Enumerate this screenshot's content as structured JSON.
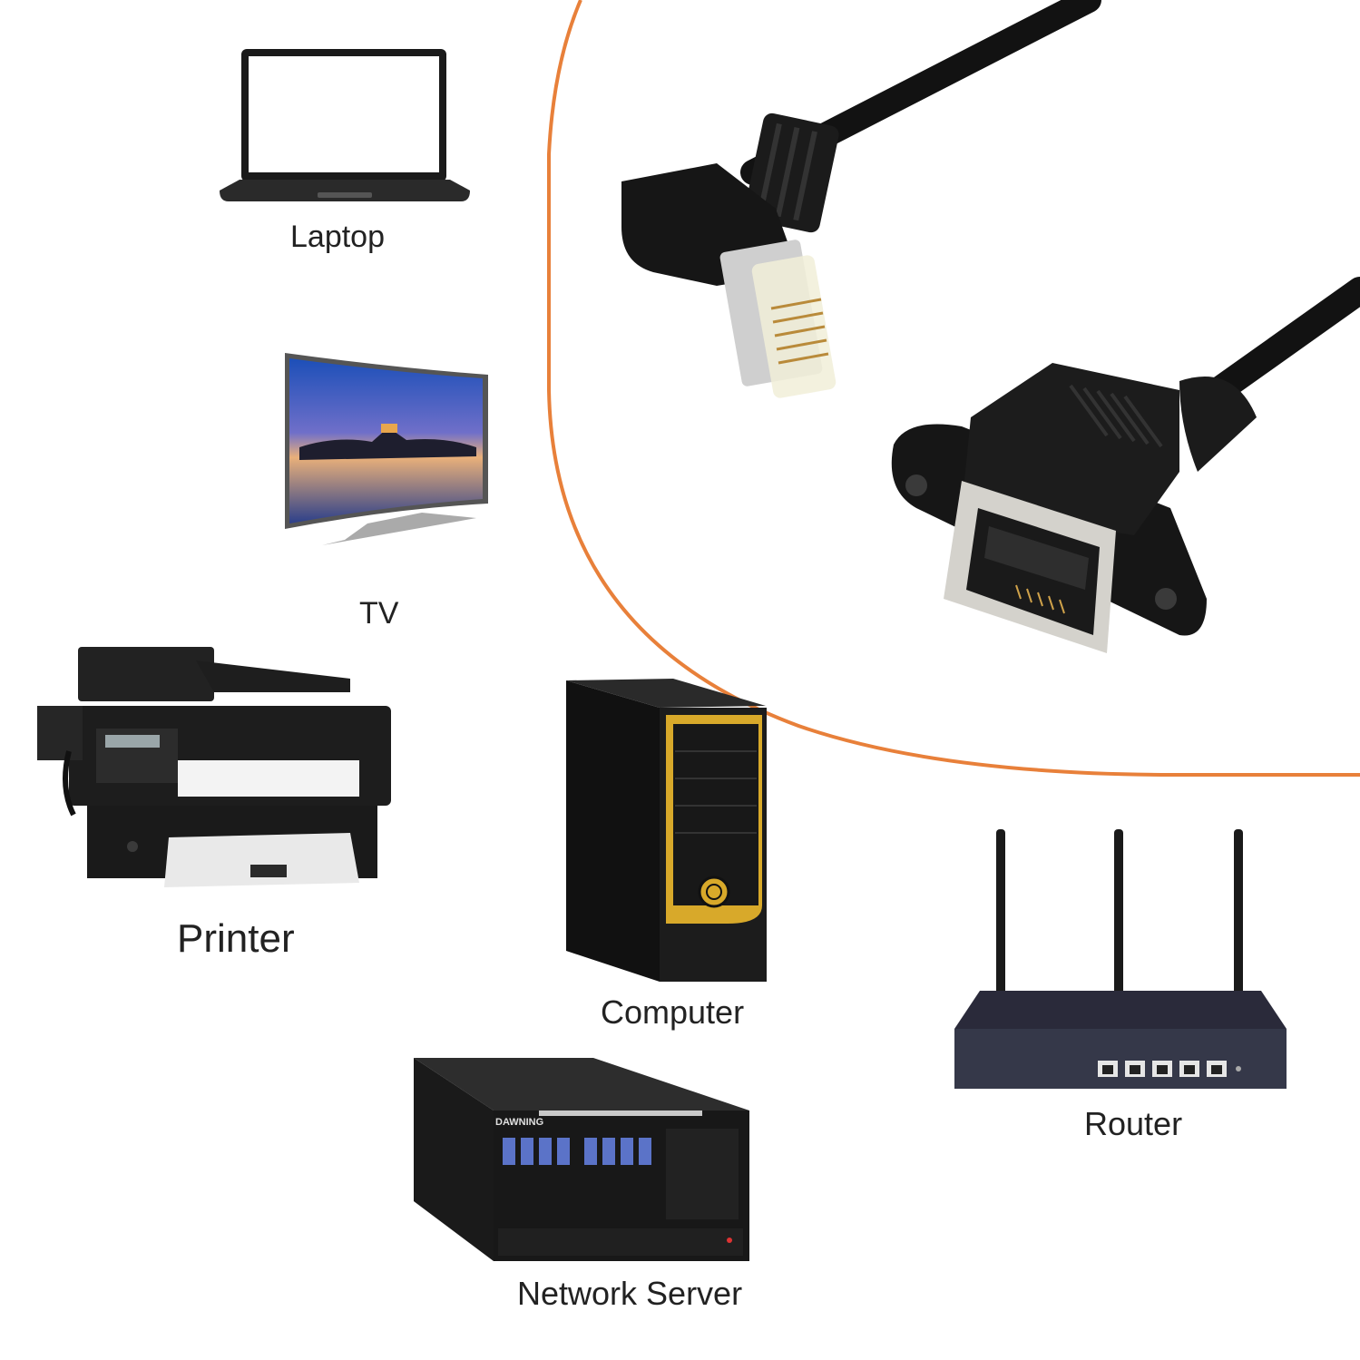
{
  "devices": {
    "laptop": {
      "label": "Laptop",
      "icon": "laptop-icon"
    },
    "tv": {
      "label": "TV",
      "icon": "tv-icon"
    },
    "printer": {
      "label": "Printer",
      "icon": "printer-icon"
    },
    "computer": {
      "label": "Computer",
      "icon": "computer-tower-icon"
    },
    "router": {
      "label": "Router",
      "icon": "router-icon"
    },
    "server": {
      "label": "Network Server",
      "icon": "server-icon",
      "brand": "DAWNING"
    }
  },
  "colors": {
    "accent_border": "#E8803A",
    "device_black": "#1b1b1b",
    "computer_trim": "#d8a92a",
    "plug_metal": "#c8c8c8"
  }
}
